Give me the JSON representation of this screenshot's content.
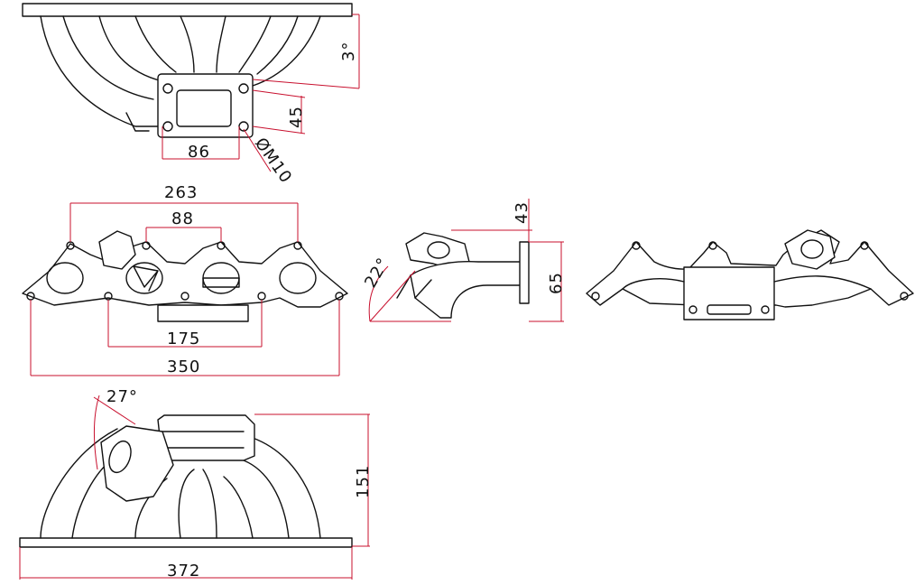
{
  "dimensions": {
    "flange_angle": "3°",
    "flange_height": "45",
    "flange_width": "86",
    "bolt_size": "ØM10",
    "runner_spacing_outer": "263",
    "runner_spacing_inner": "88",
    "collector_width": "175",
    "head_flange_length": "350",
    "side_angle": "22°",
    "side_offset": "43",
    "side_height": "65",
    "wastegate_angle": "27°",
    "overall_height": "151",
    "overall_length": "372"
  },
  "colors": {
    "dimension_lines": "#c8102e",
    "part_outline": "#111111"
  }
}
